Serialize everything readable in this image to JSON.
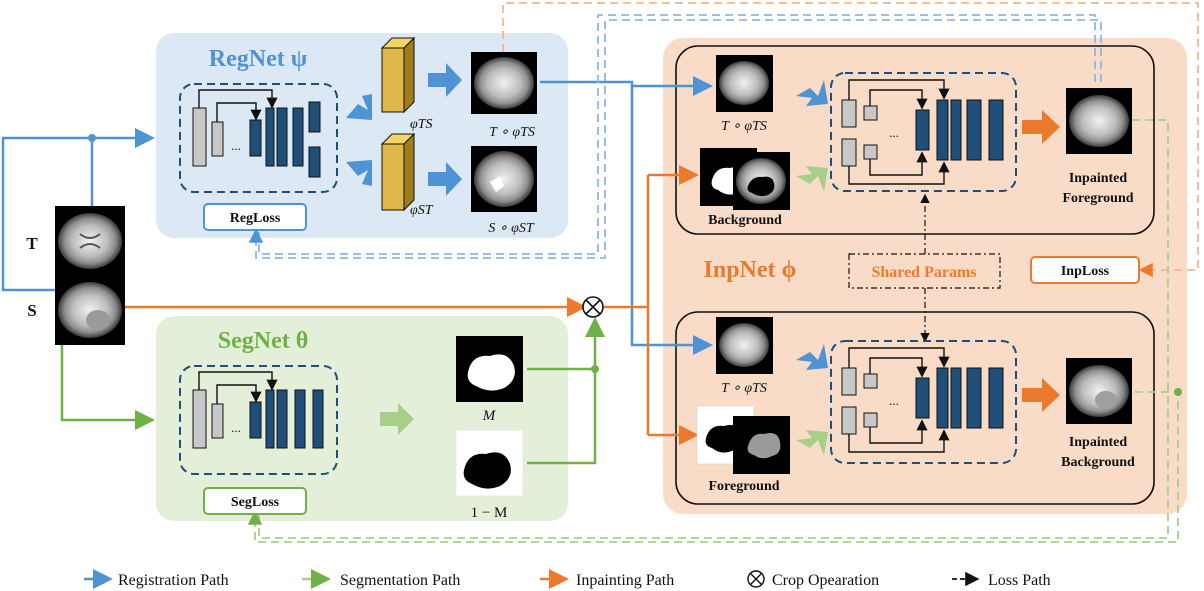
{
  "inputs": {
    "t_label": "T",
    "s_label": "S"
  },
  "regnet": {
    "title": "RegNet ψ",
    "loss": "RegLoss",
    "phi_ts": "φTS",
    "phi_st": "φST",
    "t_warp": "T ∘ φTS",
    "s_warp": "S ∘ φST"
  },
  "segnet": {
    "title": "SegNet θ",
    "loss": "SegLoss",
    "mask": "M",
    "inv_mask": "1 − M"
  },
  "inpnet": {
    "title": "InpNet ϕ",
    "loss": "InpLoss",
    "shared": "Shared Params",
    "top_input": "T ∘ φTS",
    "top_context": "Background",
    "top_output_1": "Inpainted",
    "top_output_2": "Foreground",
    "bottom_input": "T ∘ φTS",
    "bottom_context": "Foreground",
    "bottom_output_1": "Inpainted",
    "bottom_output_2": "Background"
  },
  "unet": {
    "ellipsis": "..."
  },
  "legend": {
    "registration": "Registration Path",
    "segmentation": "Segmentation Path",
    "inpainting": "Inpainting Path",
    "crop": "Crop Opearation",
    "loss": "Loss Path"
  },
  "colors": {
    "registration": "#4f93d4",
    "segmentation": "#6fb047",
    "inpainting": "#ec7a2c",
    "regnet_bg": "#dce9f5",
    "segnet_bg": "#e3efd9",
    "inpnet_bg": "#f9dcc8",
    "unet_dark": "#1f4e79",
    "unet_gray": "#c8c8c8",
    "deform_fill": "#e0b84a"
  }
}
